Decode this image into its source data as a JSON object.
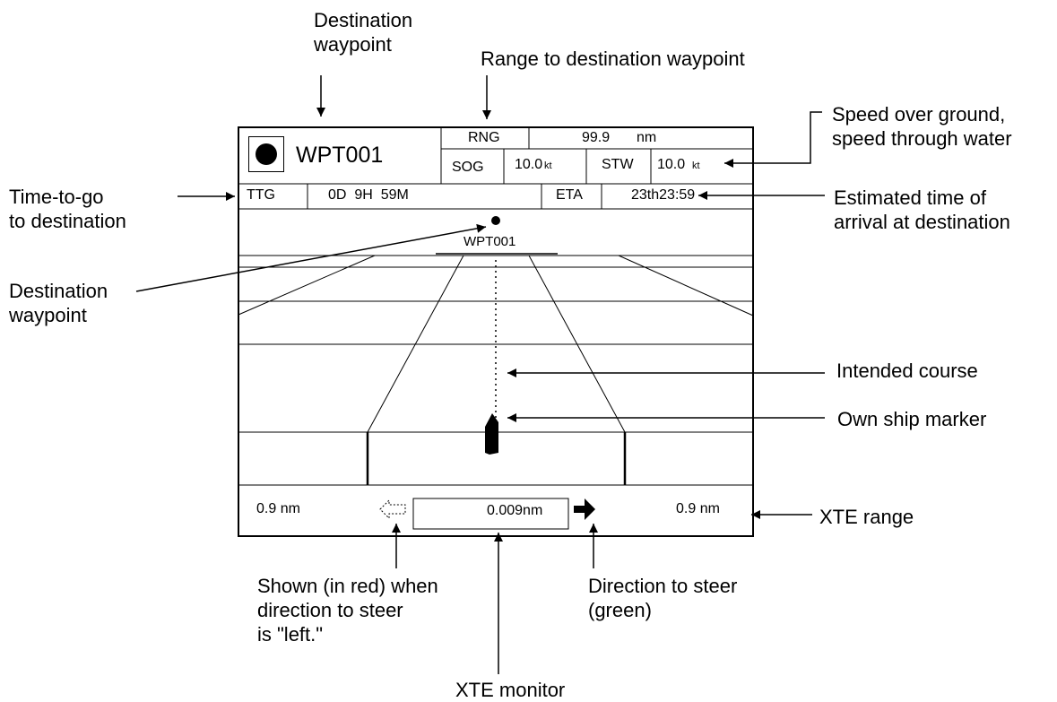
{
  "screen": {
    "waypoint_name": "WPT001",
    "rng_label": "RNG",
    "rng_value": "99.9",
    "rng_unit": "nm",
    "sog_label": "SOG",
    "sog_value": "10.0",
    "sog_unit": "kt",
    "stw_label": "STW",
    "stw_value": "10.0",
    "stw_unit": "kt",
    "ttg_label": "TTG",
    "ttg_value": "0D  9H  59M",
    "eta_label": "ETA",
    "eta_value": "23th23:59",
    "highway_waypoint_label": "WPT001",
    "xte_left_range": "0.9 nm",
    "xte_right_range": "0.9 nm",
    "xte_value": "0.009nm"
  },
  "annotations": {
    "destination_waypoint_top": [
      "Destination",
      "waypoint"
    ],
    "range_to_destination": "Range to destination waypoint",
    "speed": [
      "Speed over ground,",
      "speed through water"
    ],
    "time_to_go": [
      "Time-to-go",
      "to destination"
    ],
    "eta": [
      "Estimated time of",
      "arrival at destination"
    ],
    "destination_waypoint_left": [
      "Destination",
      "waypoint"
    ],
    "intended_course": "Intended course",
    "own_ship_marker": "Own ship marker",
    "xte_range": "XTE range",
    "steer_left": [
      "Shown (in red) when",
      "direction to steer",
      "is \"left.\""
    ],
    "steer_right": [
      "Direction to steer",
      "(green)"
    ],
    "xte_monitor": "XTE monitor"
  }
}
